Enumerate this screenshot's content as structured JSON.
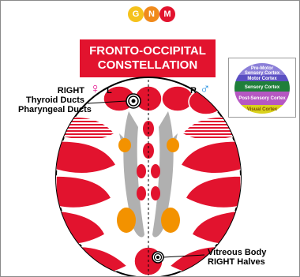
{
  "logo": {
    "letters": [
      "G",
      "N",
      "M"
    ],
    "colors": [
      "#f5c21c",
      "#f08a1c",
      "#e2132e"
    ]
  },
  "title": {
    "line1": "FRONTO-OCCIPITAL",
    "line2": "CONSTELLATION"
  },
  "left_label": {
    "line1": "RIGHT",
    "line2": "Thyroid Ducts",
    "line3": "Pharyngeal Ducts"
  },
  "female": {
    "symbol": "♀",
    "letter": "L",
    "color": "#e5148f"
  },
  "male": {
    "symbol": "♂",
    "letter": "R",
    "color": "#1f8ee0"
  },
  "bottom_label": {
    "line1": "Vitreous Body",
    "line2": "RIGHT Halves"
  },
  "brain_map": {
    "labels": [
      "Pre-Motor",
      "Sensory Cortex",
      "Motor Cortex",
      "Sensory Cortex",
      "Post-Sensory Cortex",
      "Visual Cortex"
    ]
  },
  "colors": {
    "accent_red": "#e2132e",
    "orange": "#f39200",
    "gray": "#b0b0b0"
  }
}
